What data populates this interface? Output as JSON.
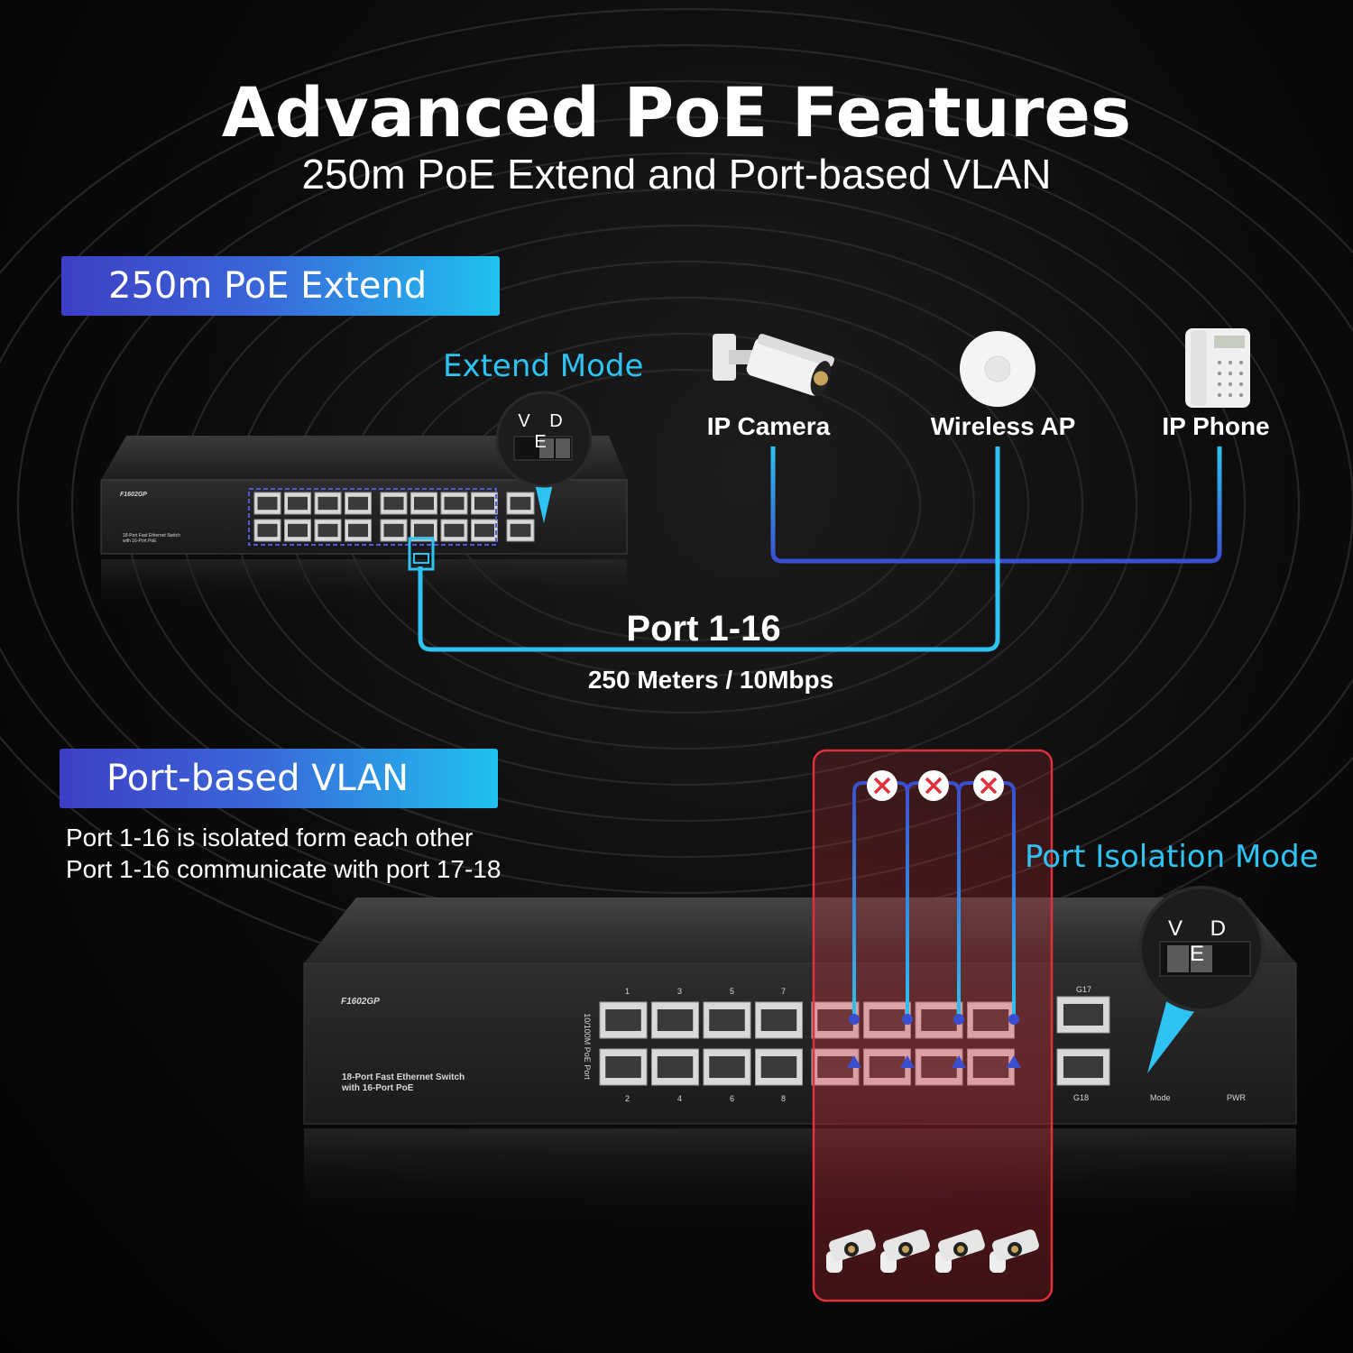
{
  "header": {
    "title": "Advanced PoE Features",
    "subtitle": "250m PoE Extend and Port-based VLAN"
  },
  "extend_section": {
    "banner": "250m PoE Extend",
    "mode_label": "Extend Mode",
    "switch_letters": "V D E",
    "devices": [
      {
        "label": "IP Camera",
        "icon": "ip-camera-icon"
      },
      {
        "label": "Wireless AP",
        "icon": "wireless-ap-icon"
      },
      {
        "label": "IP Phone",
        "icon": "ip-phone-icon"
      }
    ],
    "port_label": "Port 1-16",
    "speed_label": "250 Meters / 10Mbps"
  },
  "vlan_section": {
    "banner": "Port-based VLAN",
    "description": [
      "Port 1-16 is isolated form each other",
      "Port 1-16 communicate with port 17-18"
    ],
    "mode_label": "Port Isolation Mode",
    "switch_letters": "V D E"
  },
  "switch": {
    "model": "F1602GP",
    "name_line1": "18-Port Fast Ethernet Switch",
    "name_line2": "with 16-Port PoE",
    "side_label": "10/100M PoE Port",
    "uplink_top": "G17",
    "uplink_bottom": "G18",
    "mode_label": "Mode",
    "power_label": "PWR",
    "top_numbers": [
      "1",
      "3",
      "5",
      "7"
    ],
    "bottom_numbers": [
      "2",
      "4",
      "6",
      "8"
    ]
  },
  "colors": {
    "accent_cyan": "#2ec3f2",
    "accent_blue": "#3a4fd0",
    "blocked_red": "#e0303a"
  }
}
